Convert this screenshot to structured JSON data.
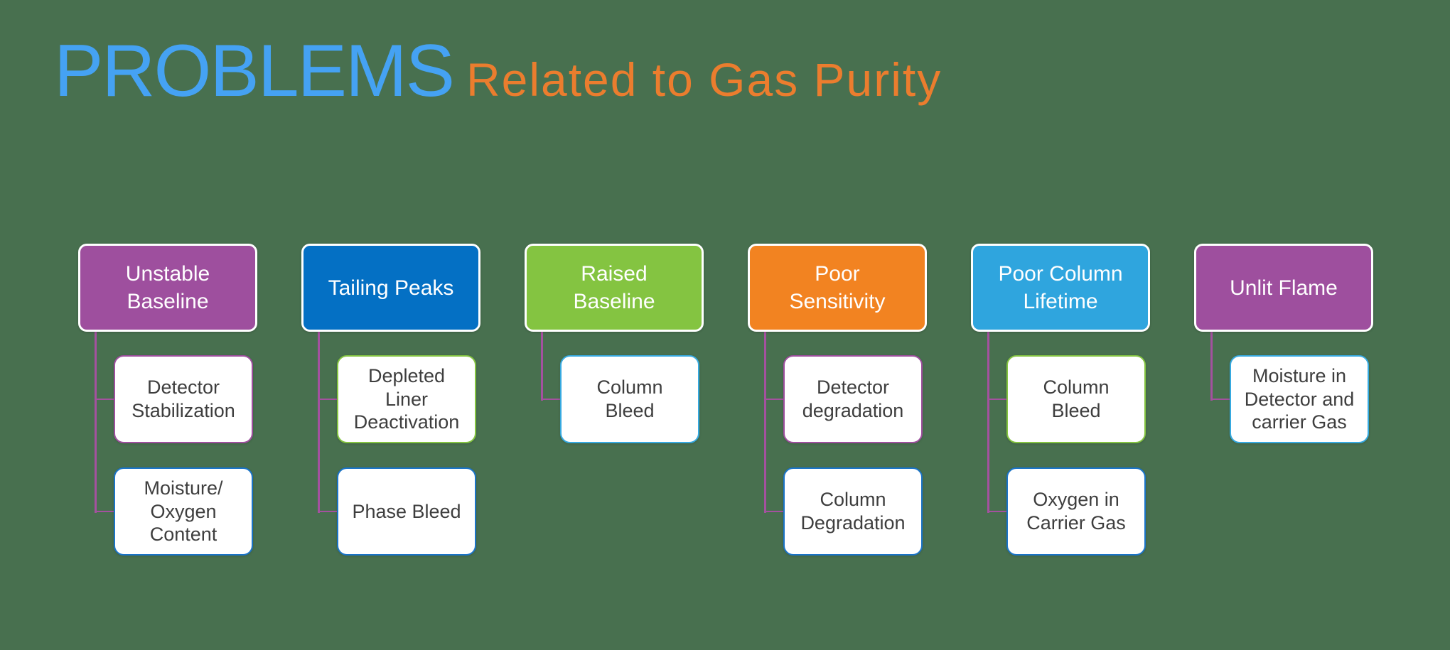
{
  "title": {
    "main": "PROBLEMS",
    "subtitle": "Related to Gas Purity"
  },
  "colors": {
    "background": "#48704F",
    "title_blue": "#45A2F3",
    "title_orange": "#EB7D2E",
    "connector": "#A4519F",
    "purple": "#9E4F9E",
    "blue": "#0470C4",
    "green": "#84C441",
    "orange": "#F28321",
    "light_blue": "#2FA5DE"
  },
  "columns": [
    {
      "label": "Unstable\nBaseline",
      "color": "#9E4F9E",
      "children": [
        {
          "label": "Detector\nStabilization",
          "border": "#9E4F9E"
        },
        {
          "label": "Moisture/\nOxygen\nContent",
          "border": "#1B74C8"
        }
      ]
    },
    {
      "label": "Tailing Peaks",
      "color": "#0470C4",
      "children": [
        {
          "label": "Depleted\nLiner\nDeactivation",
          "border": "#84C441"
        },
        {
          "label": "Phase Bleed",
          "border": "#1B74C8"
        }
      ]
    },
    {
      "label": "Raised\nBaseline",
      "color": "#84C441",
      "children": [
        {
          "label": "Column\nBleed",
          "border": "#36A9E0"
        }
      ]
    },
    {
      "label": "Poor\nSensitivity",
      "color": "#F28321",
      "children": [
        {
          "label": "Detector\ndegradation",
          "border": "#9E4F9E"
        },
        {
          "label": "Column\nDegradation",
          "border": "#1B74C8"
        }
      ]
    },
    {
      "label": "Poor Column\nLifetime",
      "color": "#2FA5DE",
      "children": [
        {
          "label": "Column\nBleed",
          "border": "#84C441"
        },
        {
          "label": "Oxygen in\nCarrier Gas",
          "border": "#1B74C8"
        }
      ]
    },
    {
      "label": "Unlit Flame",
      "color": "#9E4F9E",
      "children": [
        {
          "label": "Moisture in\nDetector and\ncarrier Gas",
          "border": "#36A9E0"
        }
      ]
    }
  ]
}
